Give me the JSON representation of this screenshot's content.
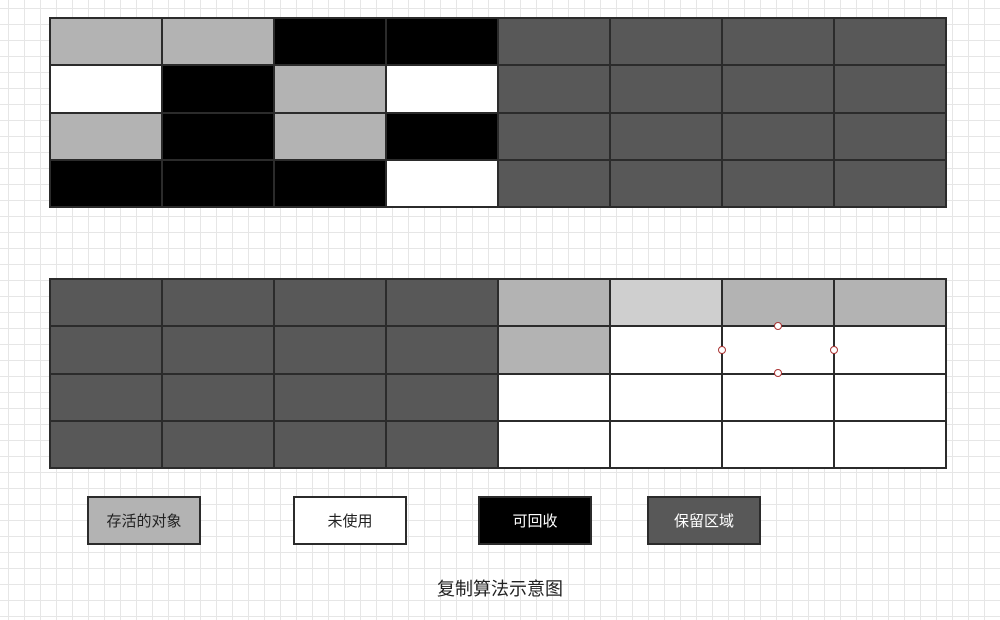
{
  "colors": {
    "live": "#b3b3b3",
    "live_light": "#cfcfcf",
    "unused": "#ffffff",
    "reclaimable": "#000000",
    "reserved": "#585858"
  },
  "before_grid": [
    [
      "live",
      "live",
      "reclaimable",
      "reclaimable",
      "reserved",
      "reserved",
      "reserved",
      "reserved"
    ],
    [
      "unused",
      "reclaimable",
      "live",
      "unused",
      "reserved",
      "reserved",
      "reserved",
      "reserved"
    ],
    [
      "live",
      "reclaimable",
      "live",
      "reclaimable",
      "reserved",
      "reserved",
      "reserved",
      "reserved"
    ],
    [
      "reclaimable",
      "reclaimable",
      "reclaimable",
      "unused",
      "reserved",
      "reserved",
      "reserved",
      "reserved"
    ]
  ],
  "after_grid": [
    [
      "reserved",
      "reserved",
      "reserved",
      "reserved",
      "live",
      "live_light",
      "live",
      "live"
    ],
    [
      "reserved",
      "reserved",
      "reserved",
      "reserved",
      "live",
      "unused",
      "unused",
      "unused"
    ],
    [
      "reserved",
      "reserved",
      "reserved",
      "reserved",
      "unused",
      "unused",
      "unused",
      "unused"
    ],
    [
      "reserved",
      "reserved",
      "reserved",
      "reserved",
      "unused",
      "unused",
      "unused",
      "unused"
    ]
  ],
  "legend": [
    {
      "key": "live",
      "label": "存活的对象"
    },
    {
      "key": "unused",
      "label": "未使用"
    },
    {
      "key": "reclaimable",
      "label": "可回收"
    },
    {
      "key": "reserved",
      "label": "保留区域"
    }
  ],
  "caption": "复制算法示意图"
}
